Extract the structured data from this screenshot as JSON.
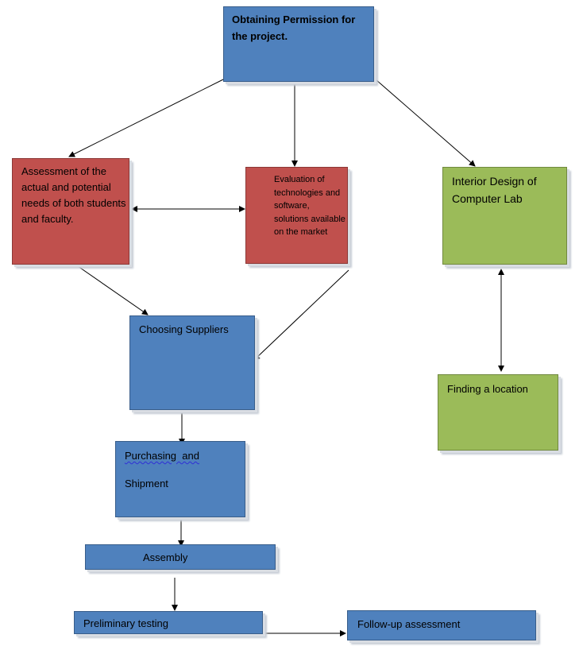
{
  "diagram": {
    "nodes": {
      "permission": {
        "label": "Obtaining Permission for the project.",
        "color": "#4f81bd"
      },
      "assessment": {
        "label": "Assessment of the actual and potential needs of both students and faculty.",
        "color": "#c0504d"
      },
      "evaluation": {
        "label": "Evaluation of technologies and software, solutions available on the market",
        "color": "#c0504d"
      },
      "interior": {
        "label": "Interior Design of Computer Lab",
        "color": "#9bbb59"
      },
      "suppliers": {
        "label": "Choosing Suppliers",
        "color": "#4f81bd"
      },
      "location": {
        "label": "Finding a location",
        "color": "#9bbb59"
      },
      "purchasing": {
        "label_line1": "Purchasing  and",
        "label_line2": "Shipment",
        "color": "#4f81bd"
      },
      "assembly": {
        "label": "Assembly",
        "color": "#4f81bd"
      },
      "testing": {
        "label": "Preliminary testing",
        "color": "#4f81bd"
      },
      "followup": {
        "label": "Follow-up assessment",
        "color": "#4f81bd"
      }
    },
    "edges": [
      {
        "from": "permission",
        "to": "assessment",
        "direction": "forward"
      },
      {
        "from": "permission",
        "to": "evaluation",
        "direction": "forward"
      },
      {
        "from": "permission",
        "to": "interior",
        "direction": "forward"
      },
      {
        "from": "assessment",
        "to": "evaluation",
        "direction": "both"
      },
      {
        "from": "assessment",
        "to": "suppliers",
        "direction": "forward"
      },
      {
        "from": "evaluation",
        "to": "suppliers",
        "direction": "forward"
      },
      {
        "from": "interior",
        "to": "location",
        "direction": "both"
      },
      {
        "from": "suppliers",
        "to": "purchasing",
        "direction": "forward"
      },
      {
        "from": "purchasing",
        "to": "assembly",
        "direction": "forward"
      },
      {
        "from": "assembly",
        "to": "testing",
        "direction": "forward"
      },
      {
        "from": "testing",
        "to": "followup",
        "direction": "forward"
      }
    ]
  }
}
